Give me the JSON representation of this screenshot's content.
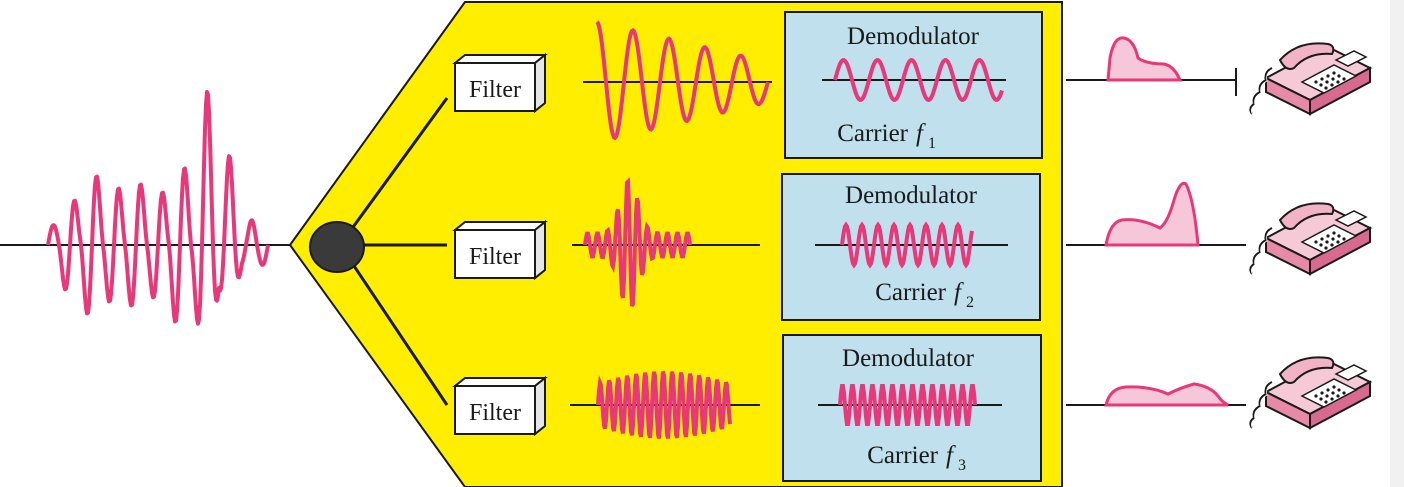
{
  "labels": {
    "filter": "Filter",
    "demodulator": "Demodulator",
    "carrier": "Carrier",
    "carrier_symbol": "f"
  },
  "channels": [
    {
      "carrier_sub": "1"
    },
    {
      "carrier_sub": "2"
    },
    {
      "carrier_sub": "3"
    }
  ],
  "colors": {
    "panel": "#ffee00",
    "demod_box": "#bfe0ec",
    "waveform": "#e8387a",
    "envelope_fill": "#f6c7d8",
    "line": "#1a1a1a",
    "splitter_node": "#3a3a3a"
  },
  "icons": [
    "filter-box-icon",
    "waveform-icon",
    "telephone-icon",
    "splitter-node-icon"
  ]
}
